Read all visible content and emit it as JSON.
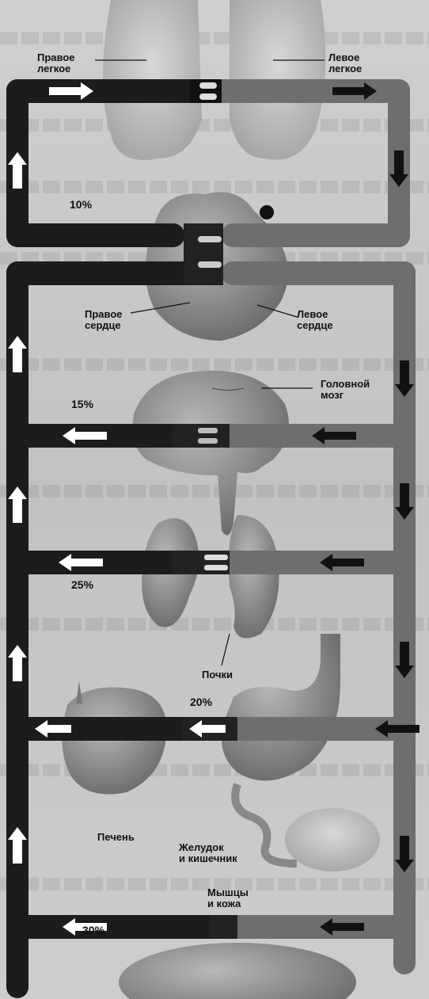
{
  "labels": {
    "right_lung": "Правое\nлегкое",
    "left_lung": "Левое\nлегкое",
    "right_heart": "Правое\nсердце",
    "left_heart": "Левое\nсердце",
    "brain": "Головной\nмозг",
    "kidneys": "Почки",
    "liver": "Печень",
    "gut": "Желудок\nи кишечник",
    "muscles": "Мышцы\nи кожа"
  },
  "percentages": {
    "lungs": "10%",
    "brain": "15%",
    "kidneys": "25%",
    "gut": "20%",
    "muscles": "30%"
  },
  "colors": {
    "venous": "#1c1c1c",
    "arterial": "#6e6e6e",
    "organ": "#8a8a8a",
    "arrow_white": "#ffffff"
  }
}
